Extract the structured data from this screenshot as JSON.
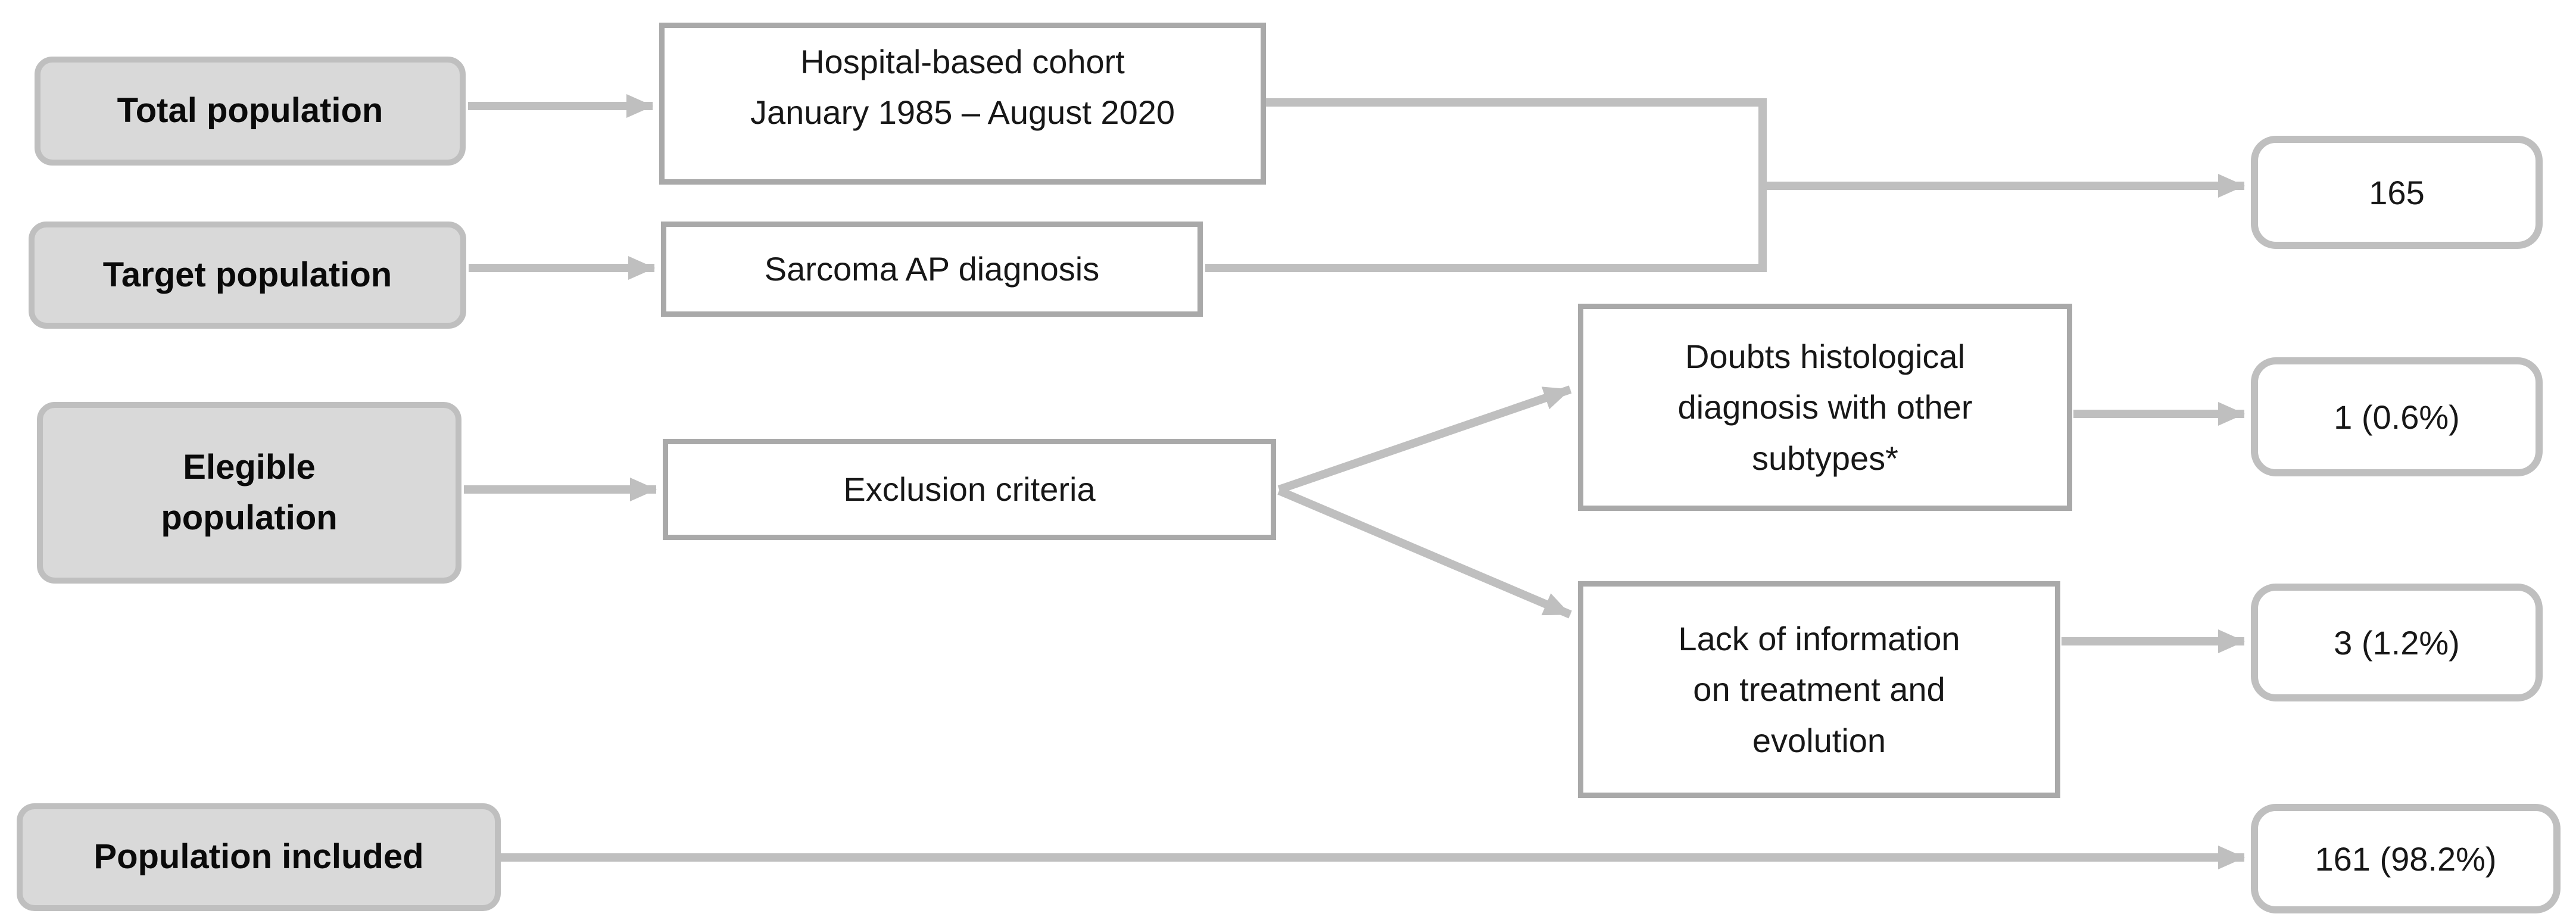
{
  "diagram": {
    "type": "flowchart",
    "colors": {
      "stage_fill": "#d9d9d9",
      "stage_border": "#bfbfbf",
      "step_border": "#a9a9a9",
      "result_border": "#bfbfbf",
      "connector": "#bfbfbf",
      "text": "#111111"
    },
    "stages": [
      {
        "id": "total",
        "label": "Total population"
      },
      {
        "id": "target",
        "label": "Target population"
      },
      {
        "id": "elegible",
        "label": "Elegible\npopulation"
      },
      {
        "id": "included",
        "label": "Population included"
      }
    ],
    "steps": [
      {
        "id": "cohort",
        "label": "Hospital-based cohort\nJanuary 1985 – August 2020"
      },
      {
        "id": "sarcoma",
        "label": "Sarcoma AP diagnosis"
      },
      {
        "id": "exclusion",
        "label": "Exclusion criteria"
      },
      {
        "id": "doubts",
        "label": "Doubts histological\ndiagnosis with other\nsubtypes*"
      },
      {
        "id": "lack",
        "label": "Lack of information\non treatment and\nevolution"
      }
    ],
    "results": [
      {
        "id": "n_total",
        "value": "165"
      },
      {
        "id": "n_doubts",
        "value": "1 (0.6%)"
      },
      {
        "id": "n_lack",
        "value": "3 (1.2%)"
      },
      {
        "id": "n_included",
        "value": "161 (98.2%)"
      }
    ]
  }
}
